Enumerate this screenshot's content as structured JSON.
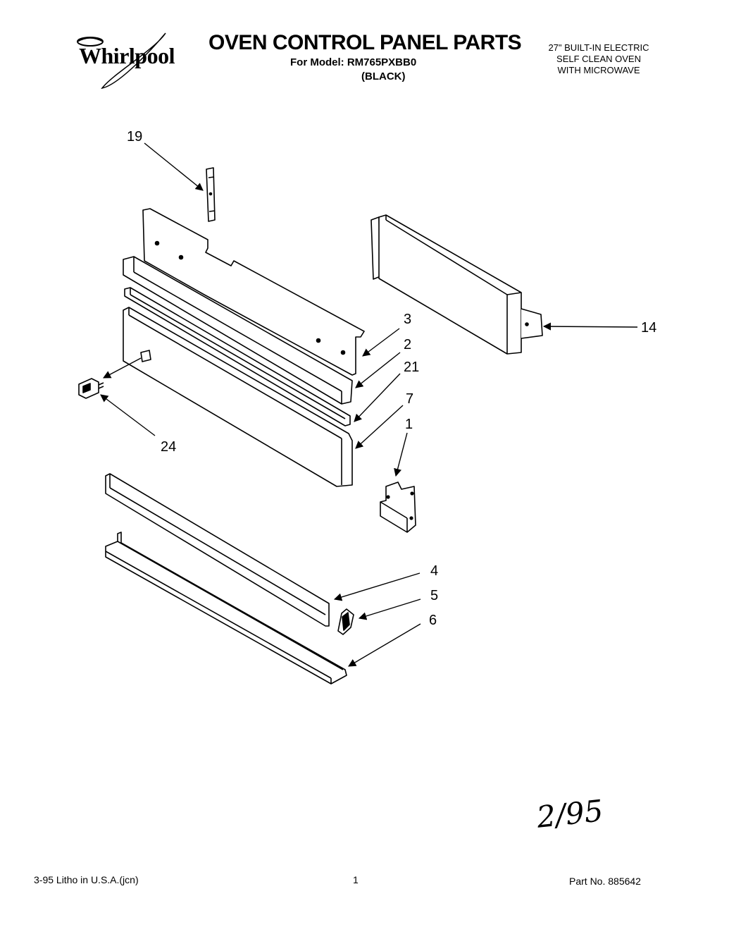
{
  "brand": {
    "logo_text": "Whirlpool"
  },
  "header": {
    "title": "OVEN CONTROL PANEL PARTS",
    "model_line": "For Model: RM765PXBB0",
    "color_line": "(BLACK)",
    "description": [
      "27\" BUILT-IN ELECTRIC",
      "SELF CLEAN OVEN",
      "WITH MICROWAVE"
    ]
  },
  "callouts": [
    "19",
    "3",
    "2",
    "21",
    "7",
    "1",
    "14",
    "24",
    "4",
    "5",
    "6"
  ],
  "handwritten_note": "2/95",
  "footer": {
    "left": "3-95  Litho in U.S.A.(jcn)",
    "page": "1",
    "part_no": "Part No. 885642"
  }
}
